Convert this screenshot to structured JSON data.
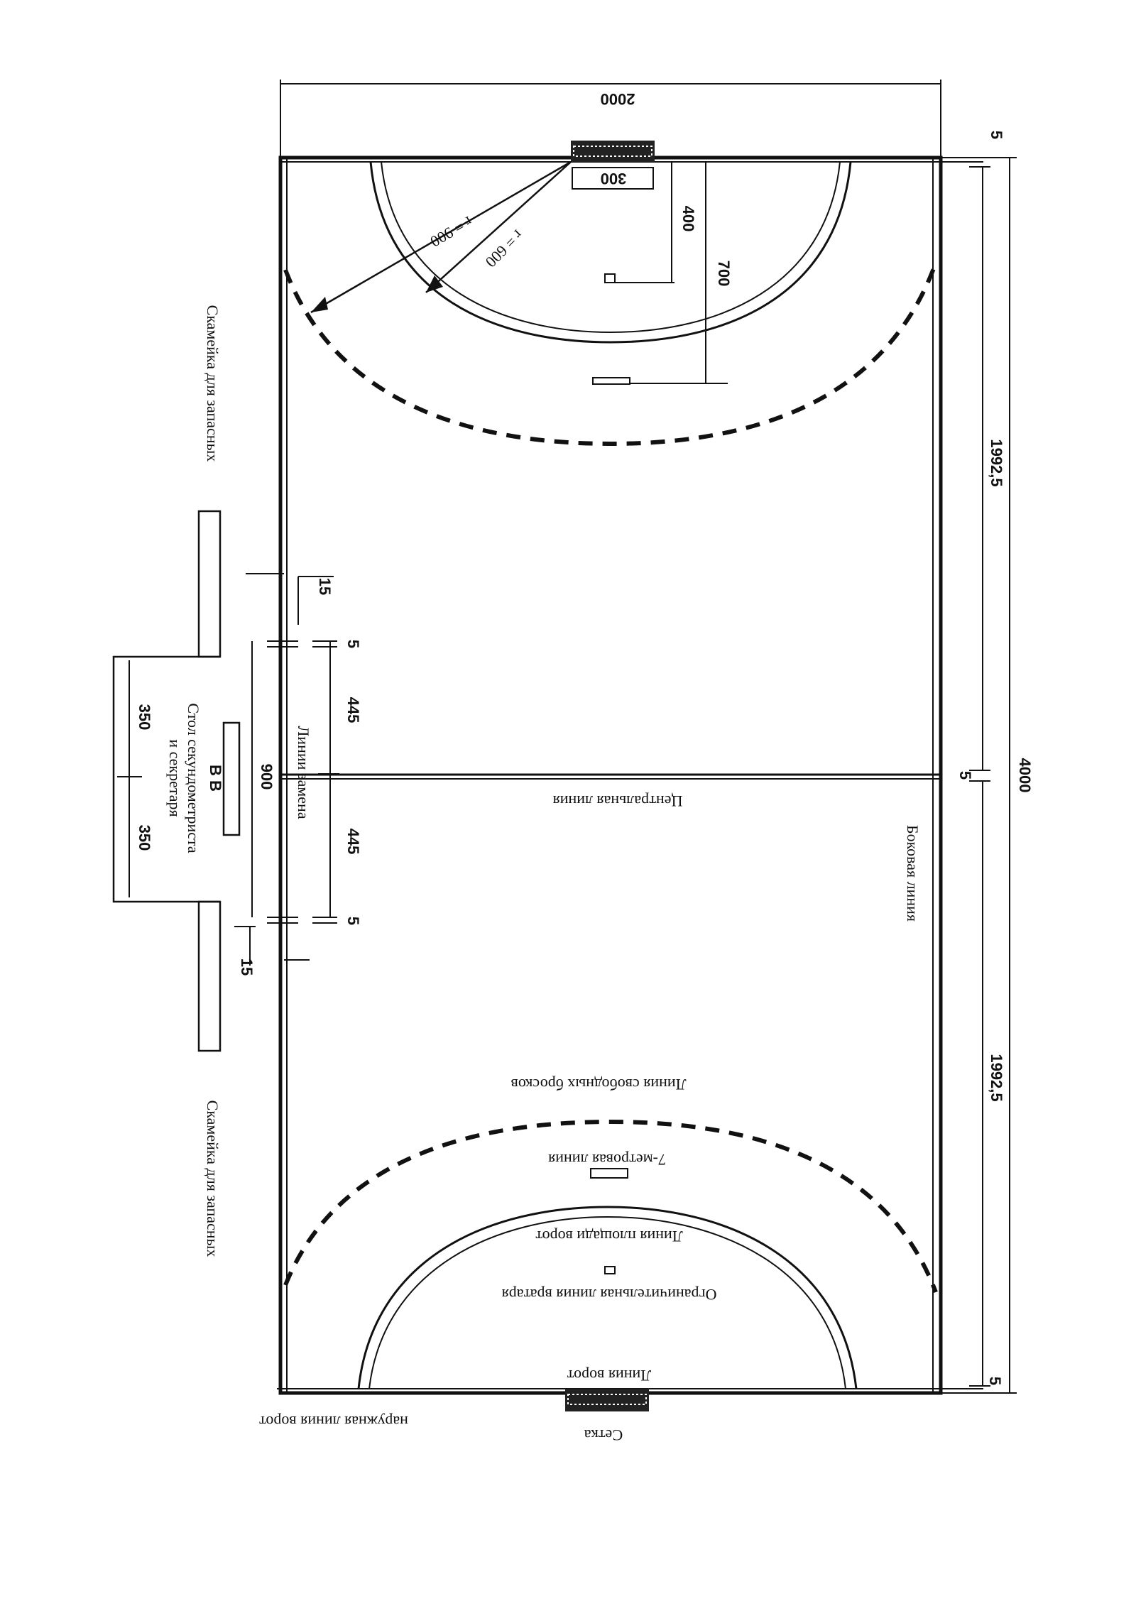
{
  "labels": {
    "substitution_bench_top": "Скамейка для запасных",
    "substitution_bench_bottom": "Скамейка для запасных",
    "timekeeper_table": "Стол секундометриста\nи секретаря",
    "substitution_lines": "Линии замена",
    "center_line": "Центральная линия",
    "side_line": "Боковая линия",
    "free_throw_line": "Линия свободных бросков",
    "seven_meter_line": "7-метровая линия",
    "goal_area_line": "Линия площади ворот",
    "goalkeeper_limit_line": "Ограничительная линия вратаря",
    "goal_line": "Линия ворот",
    "goal_net": "Сетка",
    "outer_goal_line": "наружная линия ворот",
    "table_marks": "B B"
  },
  "dimensions": {
    "court_width": "2000",
    "court_length": "4000",
    "half_top": "1992,5",
    "half_bottom": "1992,5",
    "line_width_top": "5",
    "line_width_center": "5",
    "line_width_bottom": "5",
    "goal_width": "300",
    "goalkeeper_line_dist": "400",
    "seven_meter_dist": "700",
    "radius_free_throw": "r = 900",
    "radius_goal_area": "r = 600",
    "sub_zone_total": "900",
    "sub_zone_top": "445",
    "sub_zone_bottom": "445",
    "sub_mark_top": "5",
    "sub_mark_bottom": "5",
    "sub_offset_top": "15",
    "sub_offset_bottom": "15",
    "table_top": "350",
    "table_bottom": "350"
  },
  "colors": {
    "ink": "#111111",
    "paper": "#ffffff"
  }
}
